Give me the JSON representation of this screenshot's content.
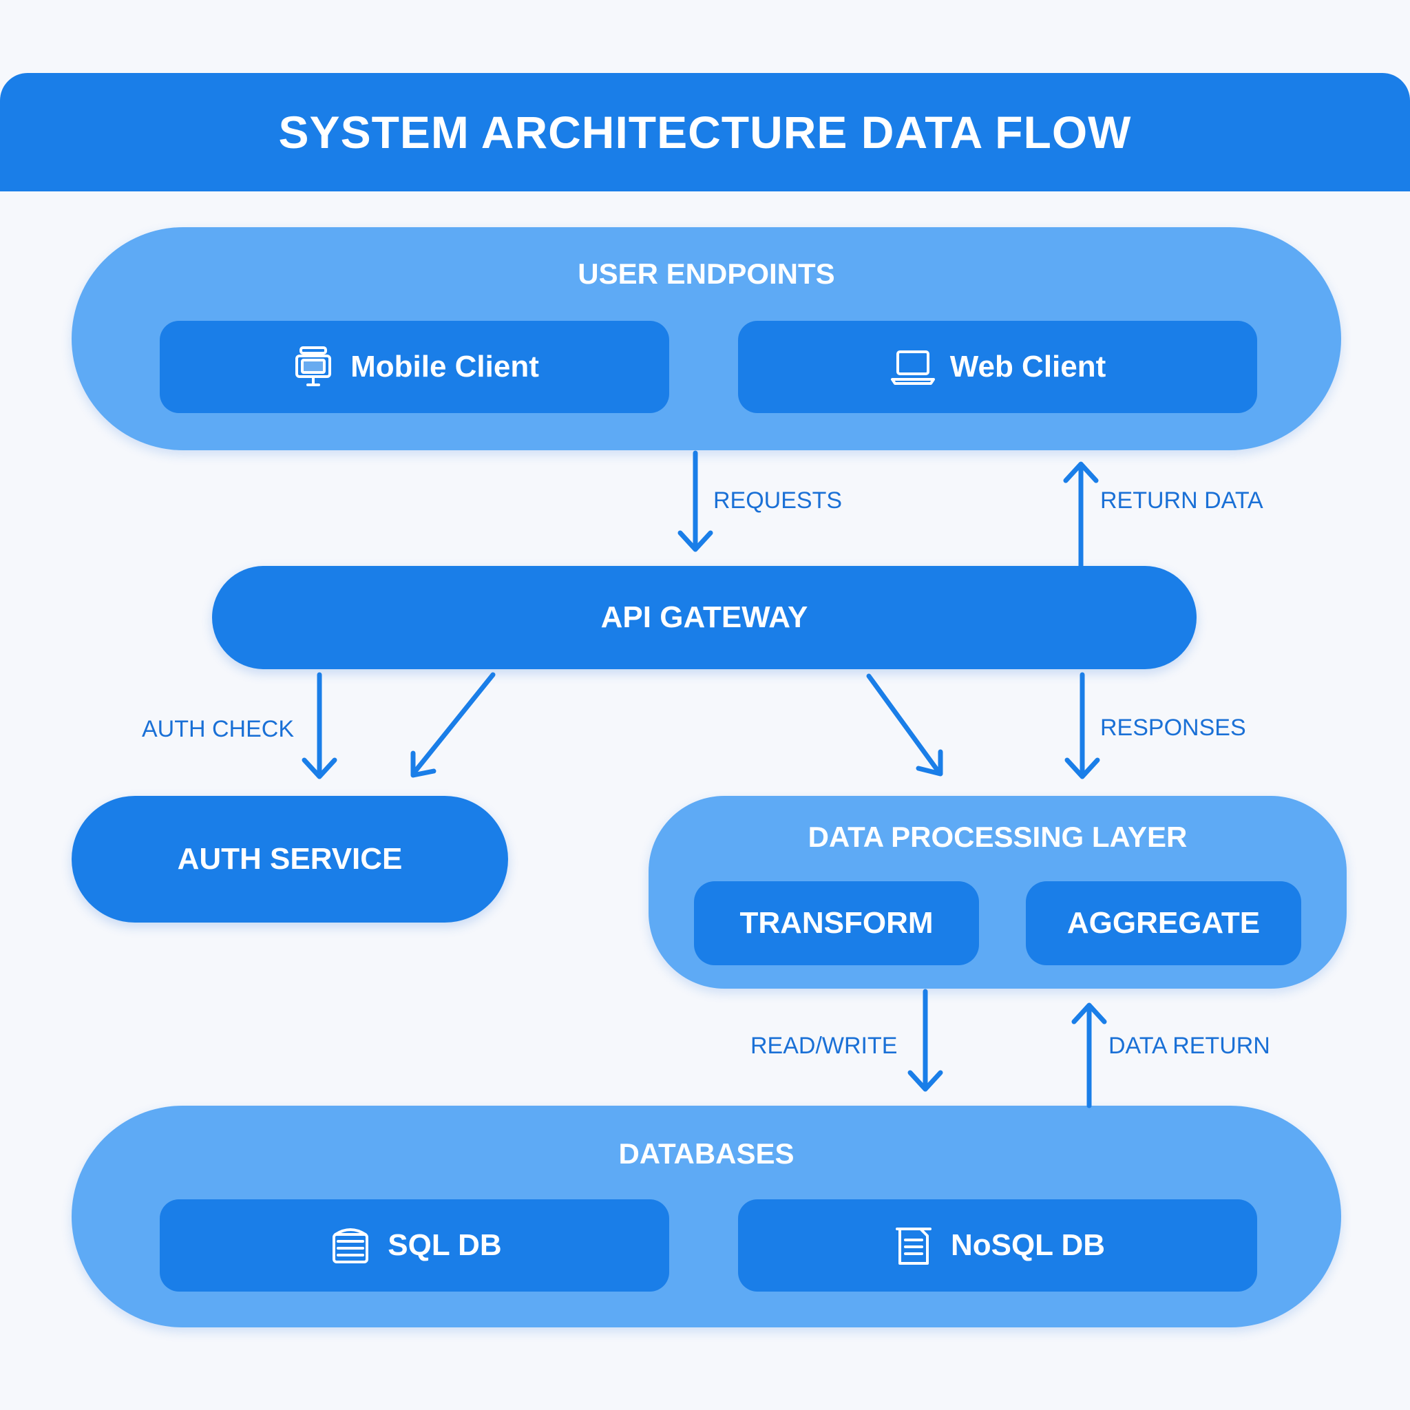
{
  "title": "SYSTEM ARCHITECTURE DATA FLOW",
  "colors": {
    "primary": "#1a7ee8",
    "panel": "#5eaaf5",
    "background": "#f6f8fc",
    "label": "#1a70d6"
  },
  "user_endpoints": {
    "heading": "USER ENDPOINTS",
    "mobile": {
      "label": "Mobile Client",
      "icon": "mobile-device-icon"
    },
    "web": {
      "label": "Web Client",
      "icon": "laptop-icon"
    }
  },
  "api_gateway": {
    "label": "API GATEWAY"
  },
  "auth_service": {
    "label": "AUTH SERVICE"
  },
  "data_processing": {
    "heading": "DATA PROCESSING LAYER",
    "transform": "TRANSFORM",
    "aggregate": "AGGREGATE"
  },
  "databases": {
    "heading": "DATABASES",
    "sql": {
      "label": "SQL DB",
      "icon": "database-icon"
    },
    "nosql": {
      "label": "NoSQL DB",
      "icon": "document-database-icon"
    }
  },
  "flows": {
    "requests": "REQUESTS",
    "return_data": "RETURN DATA",
    "auth_check": "AUTH CHECK",
    "responses": "RESPONSES",
    "read_write": "READ/WRITE",
    "data_return": "DATA RETURN"
  }
}
